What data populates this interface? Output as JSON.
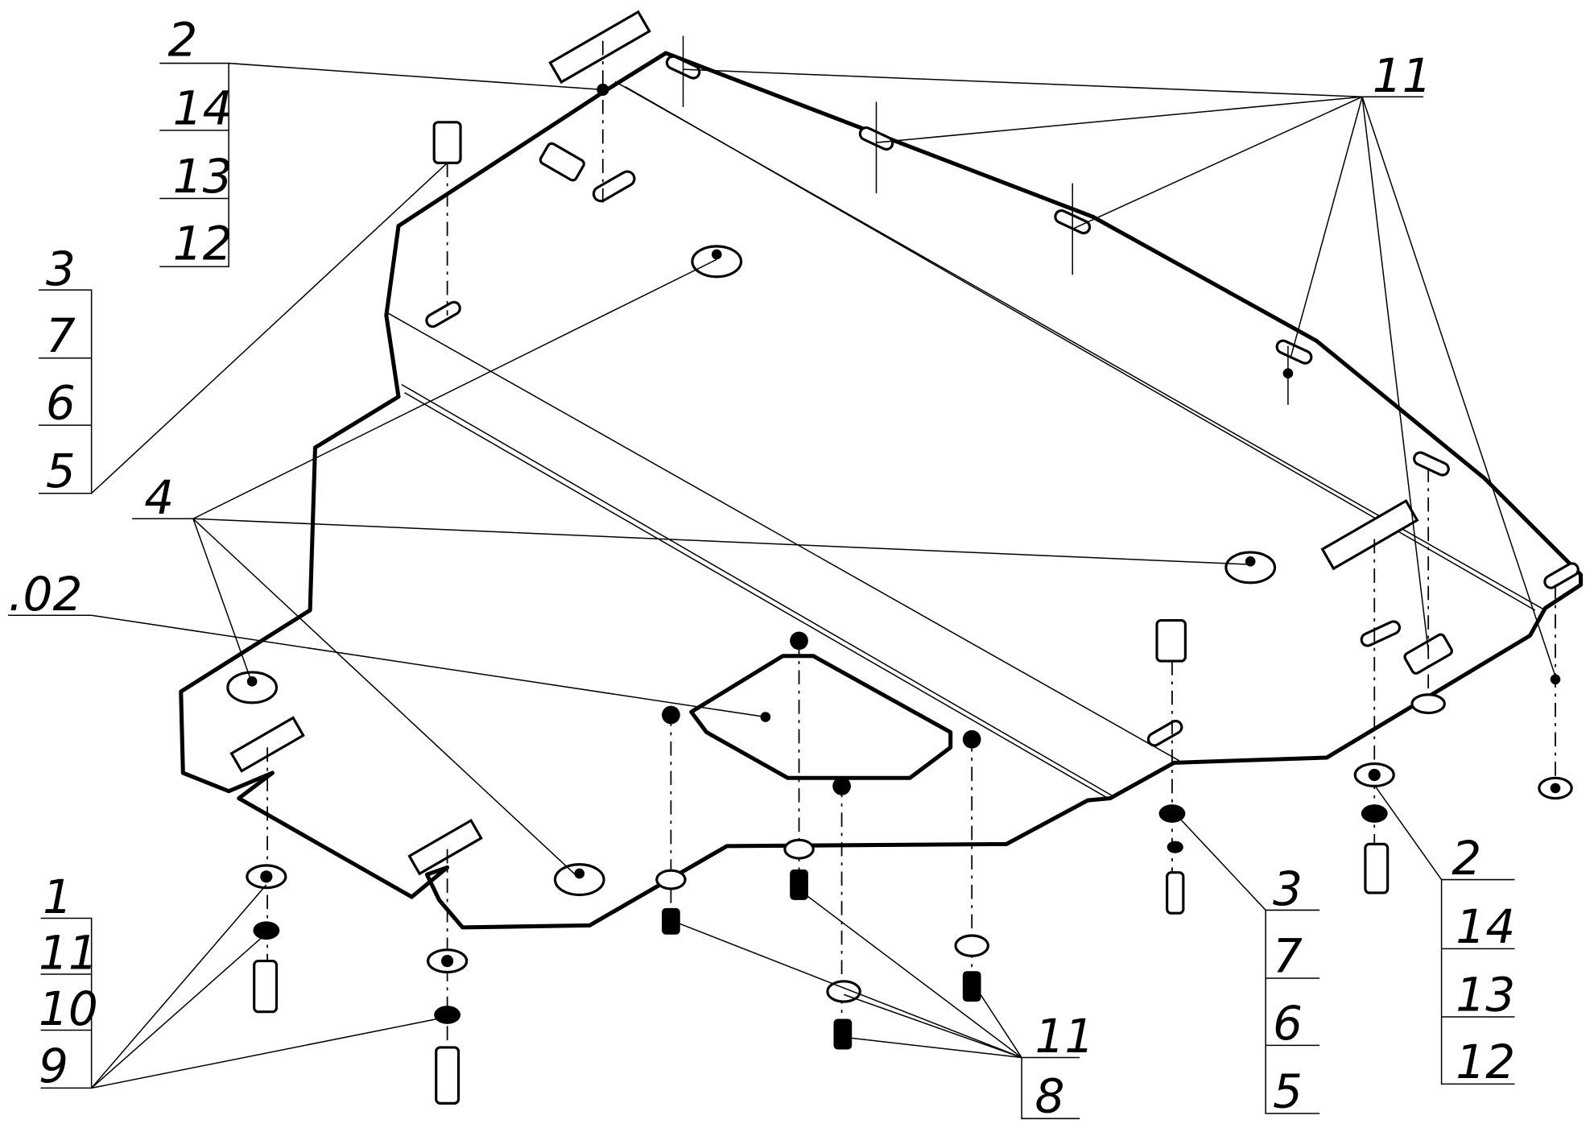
{
  "callouts": {
    "top_left": [
      "2",
      "14",
      "13",
      "12"
    ],
    "left": [
      "3",
      "7",
      "6",
      "5"
    ],
    "top_right": "11",
    "center_left": "4",
    "ref_02": ".02",
    "bottom_left": [
      "1",
      "11",
      "10",
      "9"
    ],
    "bottom_center": [
      "11",
      "8"
    ],
    "bottom_right_a": [
      "3",
      "7",
      "6",
      "5"
    ],
    "bottom_right_b": [
      "2",
      "14",
      "13",
      "12"
    ]
  },
  "colors": {
    "line": "#000000",
    "background": "#ffffff"
  }
}
